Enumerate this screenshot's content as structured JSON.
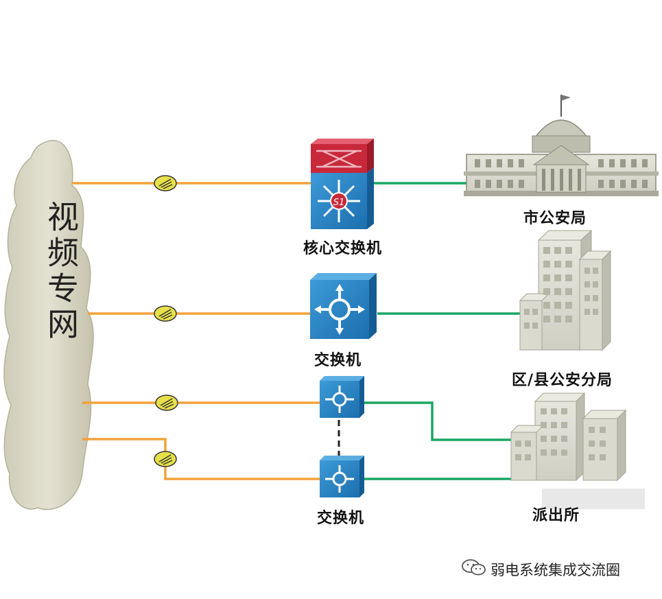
{
  "cloud": {
    "label": "视频专网"
  },
  "devices": {
    "core_switch": {
      "label": "核心交换机",
      "badge": "S1"
    },
    "switch_mid": {
      "label": "交换机"
    },
    "switch_bottom": {
      "label": "交换机"
    }
  },
  "buildings": {
    "city_bureau": {
      "label": "市公安局"
    },
    "district_bureau": {
      "label": "区/县公安分局"
    },
    "police_station": {
      "label": "派出所"
    }
  },
  "watermark": {
    "text": "弱电系统集成交流圈",
    "icon": "wechat-icon"
  },
  "colors": {
    "fiber_line": "#f2a23a",
    "lan_line": "#1aa664",
    "switch_blue": "#2a83c4",
    "core_top_red": "#c8283a",
    "cloud": "#d9d6c4",
    "building_gray": "#c9c9c0"
  }
}
